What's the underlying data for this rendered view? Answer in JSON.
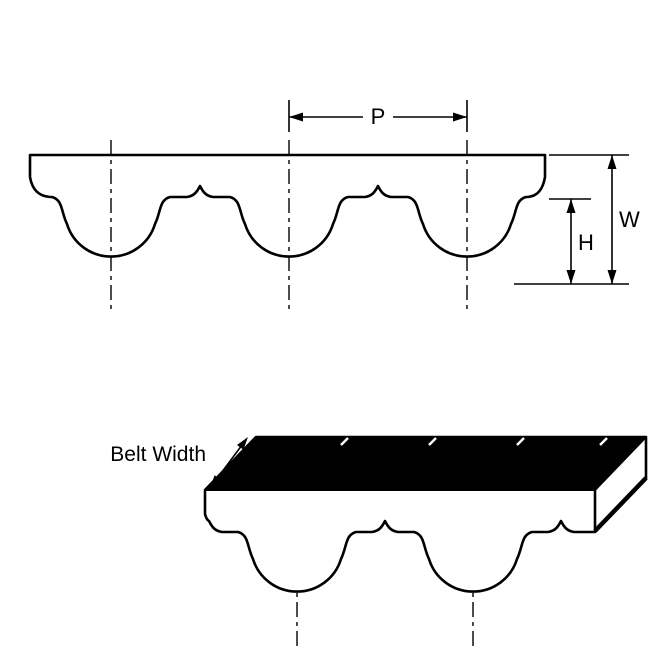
{
  "diagram": {
    "labels": {
      "pitch": "P",
      "belt_height": "W",
      "tooth_height": "H",
      "belt_width": "Belt Width"
    },
    "colors": {
      "line": "#000000",
      "background": "#ffffff",
      "top_face": "#000000"
    }
  }
}
